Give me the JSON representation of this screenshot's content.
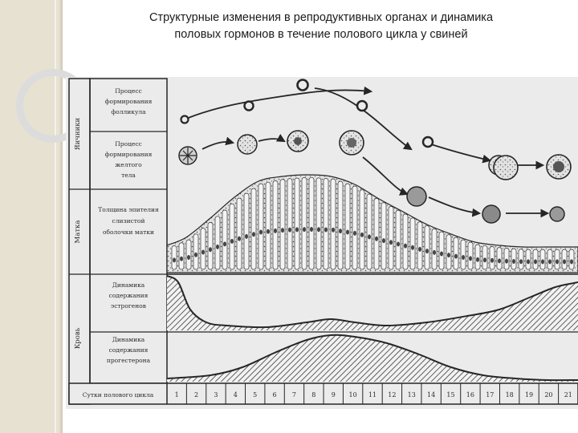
{
  "slide": {
    "title_line1": "Структурные изменения в репродуктивных органах и динамика",
    "title_line2": "половых гормонов в течение полового цикла у свиней"
  },
  "diagram": {
    "organs": {
      "ovaries": "Яичники",
      "uterus": "Матка",
      "blood": "Кровь"
    },
    "rows": {
      "follicle_line1": "Процесс",
      "follicle_line2": "формирования",
      "follicle_line3": "фолликула",
      "corpus_line1": "Процесс",
      "corpus_line2": "формирования",
      "corpus_line3": "желтого",
      "corpus_line4": "тела",
      "epithelium_line1": "Толщина эпителия",
      "epithelium_line2": "слизистой",
      "epithelium_line3": "оболочки матки",
      "estrogen_line1": "Динамика",
      "estrogen_line2": "содержания",
      "estrogen_line3": "эстрогенов",
      "progesterone_line1": "Динамика",
      "progesterone_line2": "содержания",
      "progesterone_line3": "прогестерона",
      "days": "Сутки полового цикла"
    },
    "days": [
      "1",
      "2",
      "3",
      "4",
      "5",
      "6",
      "7",
      "8",
      "9",
      "10",
      "11",
      "12",
      "13",
      "14",
      "15",
      "16",
      "17",
      "18",
      "19",
      "20",
      "21"
    ],
    "colors": {
      "ink": "#262626",
      "paper": "#ebebeb",
      "hatch": "#3a3a3a"
    }
  }
}
